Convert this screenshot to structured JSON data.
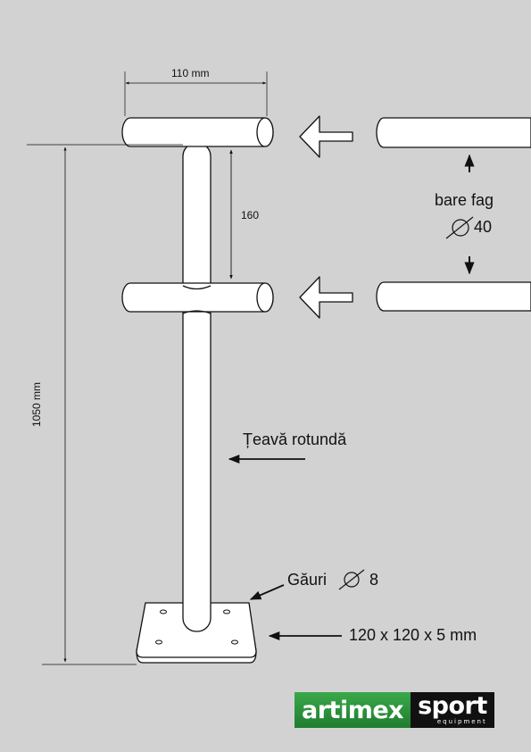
{
  "dimensions": {
    "width_label": "110 mm",
    "spacing_label": "160",
    "height_label": "1050 mm"
  },
  "labels": {
    "bars": "bare fag",
    "bars_diameter": "40",
    "tube": "Țeavă rotundă",
    "holes": "Găuri",
    "holes_diameter": "8",
    "plate": "120 x 120 x 5 mm"
  },
  "logo": {
    "part1": "artimex",
    "part2": "sport",
    "subtitle": "equipment"
  },
  "colors": {
    "background": "#d2d2d2",
    "logo_green": "#2e9a3e",
    "logo_black": "#111111"
  }
}
